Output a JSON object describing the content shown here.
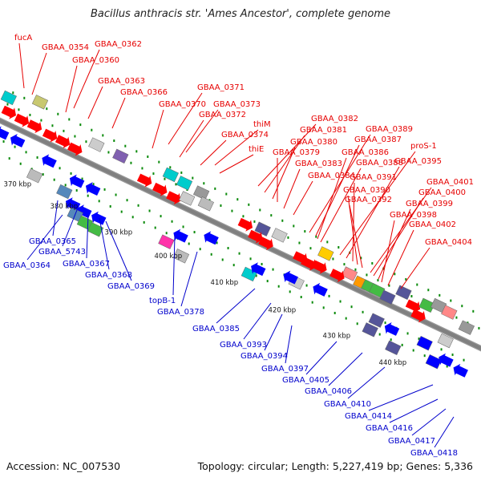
{
  "title": "Bacillus anthracis str. 'Ames Ancestor', complete genome",
  "accession": "Accession: NC_007530",
  "topology": "Topology: circular; Length: 5,227,419 bp; Genes: 5,336",
  "colors": {
    "backbone": "#808080",
    "forward_label": "#e60000",
    "reverse_label": "#0000cc",
    "cds_forward": "#ff0000",
    "cds_reverse": "#0000ff",
    "tick_green": "#0a8a0a"
  },
  "ticks": [
    "370 kbp",
    "380 kbp",
    "390 kbp",
    "400 kbp",
    "410 kbp",
    "420 kbp",
    "430 kbp",
    "440 kbp"
  ],
  "labels_top": [
    "fucA",
    "GBAA_0354",
    "GBAA_0362",
    "GBAA_0360",
    "GBAA_0363",
    "GBAA_0366",
    "GBAA_0371",
    "GBAA_0370",
    "GBAA_0373",
    "GBAA_0372",
    "thiM",
    "GBAA_0374",
    "thiE",
    "GBAA_0382",
    "GBAA_0381",
    "GBAA_0380",
    "GBAA_0379",
    "GBAA_0383",
    "GBAA_0384",
    "GBAA_0389",
    "GBAA_0387",
    "GBAA_0386",
    "GBAA_0388",
    "proS-1",
    "GBAA_0395",
    "GBAA_0391",
    "GBAA_0390",
    "GBAA_0392",
    "GBAA_0401",
    "GBAA_0400",
    "GBAA_0399",
    "GBAA_0398",
    "GBAA_0402",
    "GBAA_0404"
  ],
  "labels_bottom": [
    "GBAA_0365",
    "GBAA_5743",
    "GBAA_0364",
    "GBAA_0367",
    "GBAA_0368",
    "GBAA_0369",
    "topB-1",
    "GBAA_0378",
    "GBAA_0385",
    "GBAA_0393",
    "GBAA_0394",
    "GBAA_0397",
    "GBAA_0405",
    "GBAA_0406",
    "GBAA_0410",
    "GBAA_0414",
    "GBAA_0416",
    "GBAA_0417",
    "GBAA_0418"
  ]
}
